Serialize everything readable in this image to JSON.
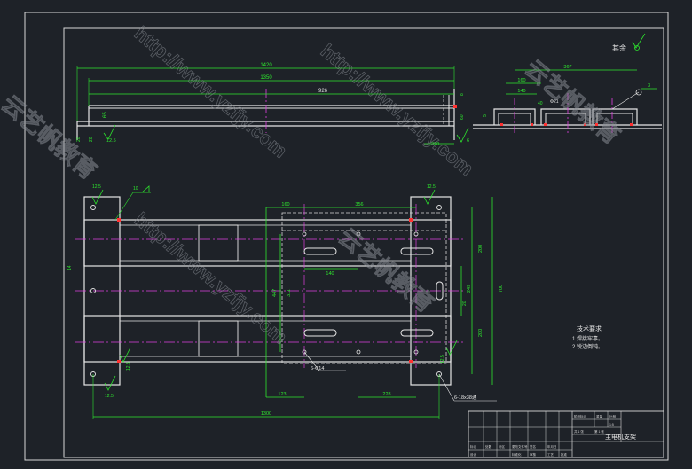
{
  "colors": {
    "background": "#1e2228",
    "frame": "#d8d8d8",
    "outline": "#e6e6e6",
    "dimension": "#2ee82e",
    "centerline": "#e040e0",
    "hidden": "#d8d8d8",
    "weld": "#ff3030"
  },
  "top_view": {
    "dims": {
      "overall": "1420",
      "inner": "1350",
      "center": "926",
      "height": "65",
      "small_left": "20",
      "small_right": "20",
      "right_detail": "370",
      "right_h1": "8",
      "right_h2": "60"
    },
    "roughness_left": "12.5",
    "roughness_right": "6"
  },
  "side_view": {
    "dims": {
      "overall": "367",
      "d160": "160",
      "d140": "140",
      "d5": "5",
      "d40": "40",
      "phi": "Φ21"
    },
    "weld_label": "3"
  },
  "plan_view": {
    "dims": {
      "top_160": "160",
      "top_356": "356",
      "slot_140": "140",
      "left_447": "447",
      "left_311": "311",
      "right_200a": "200",
      "right_249": "249",
      "right_20": "20",
      "right_200b": "200",
      "right_700": "700",
      "bot_123": "123",
      "bot_228": "228",
      "bottom_1300": "1300",
      "left_14": "14",
      "tl_12": "12.5",
      "tl_10": "10",
      "tr_12": "12.5",
      "br_12": "12.5",
      "bl_12": "12.5",
      "mid_12": "12.5"
    },
    "holes_label": "6-Φ14",
    "slots_label": "6-18x38通"
  },
  "other_roughness": "其余",
  "tech_req": {
    "title": "技术要求",
    "items": [
      "1.焊接牢靠。",
      "2.锐边倒钝。"
    ]
  },
  "title_block": {
    "name": "主电机支架",
    "cells": [
      "阶段标记",
      "重量",
      "比例",
      "1:5",
      "共 1 张",
      "第 1 张",
      "标记",
      "处数",
      "分区",
      "更改文件号",
      "签名",
      "年月日",
      "设计",
      "标准化",
      "审核",
      "工艺",
      "批准"
    ]
  },
  "watermarks": [
    "云艺帆教育",
    "http://www.yzfjy.com",
    "http://www.yzfjy.com",
    "http://www.yzfjy.com",
    "云艺帆教育",
    "云艺帆教育"
  ]
}
